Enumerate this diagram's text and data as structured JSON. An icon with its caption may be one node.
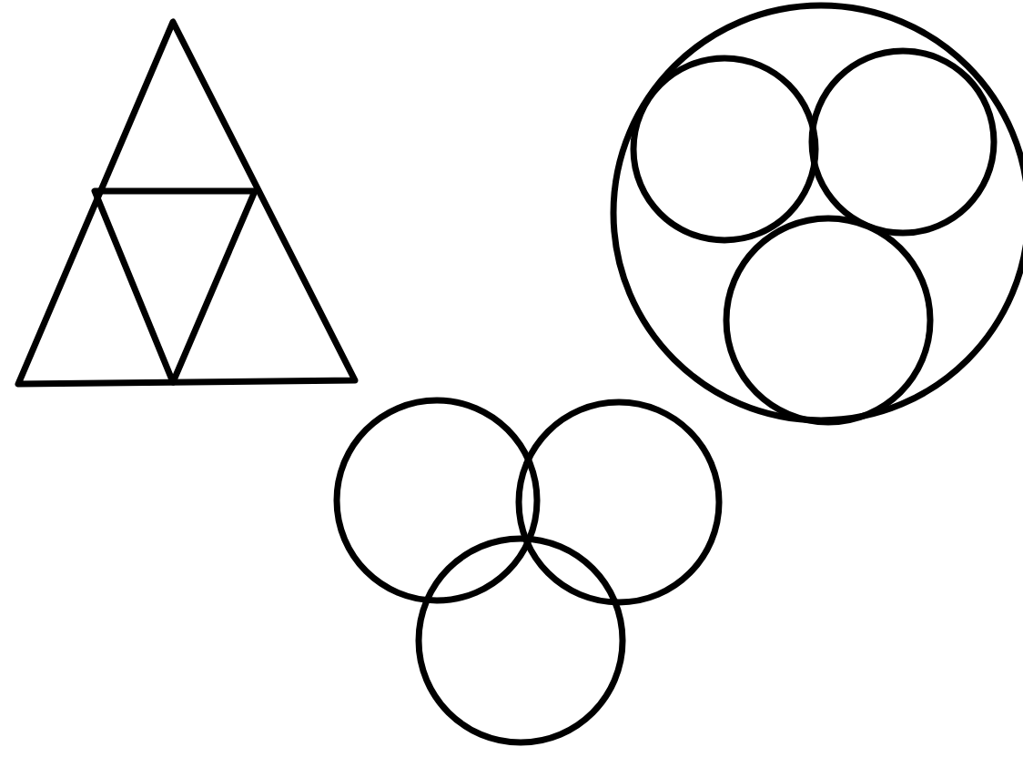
{
  "diagram": {
    "nodes": [
      {
        "text": [],
        "shape": "triangle"
      },
      {
        "text": [],
        "shape": "triangle",
        "in": 0
      },
      {
        "text": [],
        "shape": "circle"
      },
      {
        "text": [],
        "shape": "circle",
        "in": 2
      },
      {
        "text": [],
        "shape": "circle",
        "in": 2
      },
      {
        "text": [],
        "shape": "circle",
        "in": 2
      },
      {
        "text": [],
        "shape": "circle"
      },
      {
        "text": [],
        "shape": "circle"
      },
      {
        "text": [],
        "shape": "circle"
      }
    ]
  }
}
